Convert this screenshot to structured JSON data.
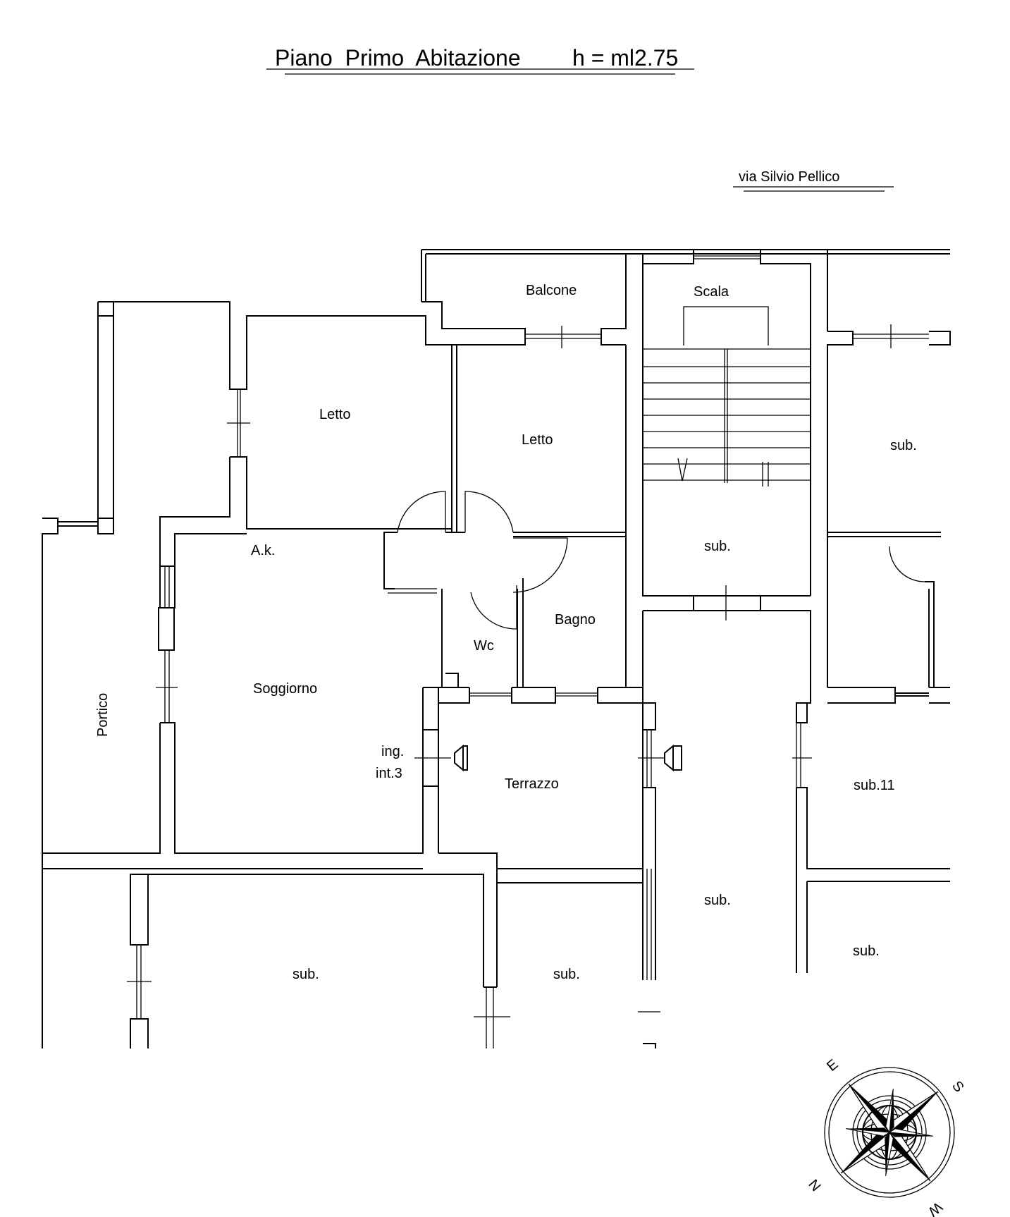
{
  "title": {
    "name": "Piano  Primo  Abitazione",
    "height": "h = ml2.75"
  },
  "street": "via Silvio Pellico",
  "rooms": {
    "balcone": "Balcone",
    "scala": "Scala",
    "letto_1": "Letto",
    "letto_2": "Letto",
    "ak": "A.k.",
    "soggiorno": "Soggiorno",
    "wc": "Wc",
    "bagno": "Bagno",
    "portico": "Portico",
    "terrazzo": "Terrazzo",
    "ingresso_1": "ing.",
    "ingresso_2": "int.3",
    "sub_right_top": "sub.",
    "sub_stair": "sub.",
    "sub_11": "sub.11",
    "sub_center": "sub.",
    "sub_right_bottom": "sub.",
    "sub_bottom_left": "sub.",
    "sub_bottom_mid": "sub."
  },
  "compass": {
    "letters": [
      "E",
      "S",
      "W",
      "N"
    ]
  }
}
